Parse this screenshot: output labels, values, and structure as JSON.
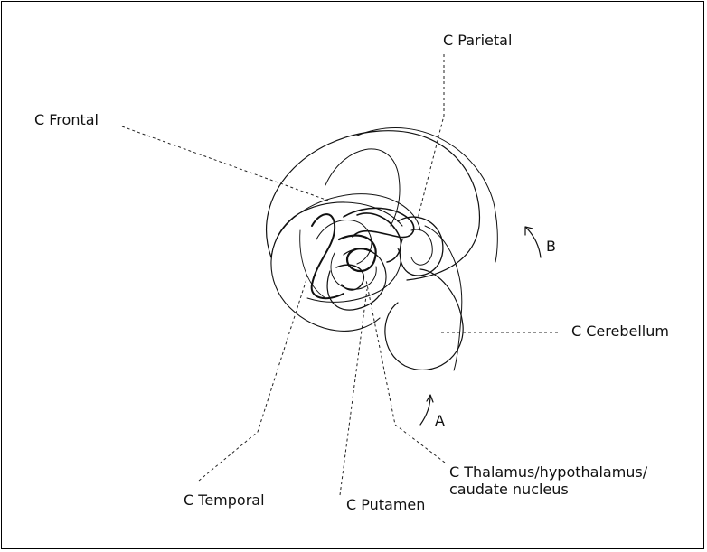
{
  "labels": {
    "parietal": "C Parietal",
    "frontal": "C Frontal",
    "cerebellum": "C Cerebellum",
    "temporal": "C Temporal",
    "putamen": "C Putamen",
    "thalamus_line1": "C Thalamus/hypothalamus/",
    "thalamus_line2": "caudate nucleus",
    "arrow_a": "A",
    "arrow_b": "B"
  },
  "colors": {
    "ink": "#111111",
    "background": "#ffffff",
    "frame": "#000000"
  }
}
